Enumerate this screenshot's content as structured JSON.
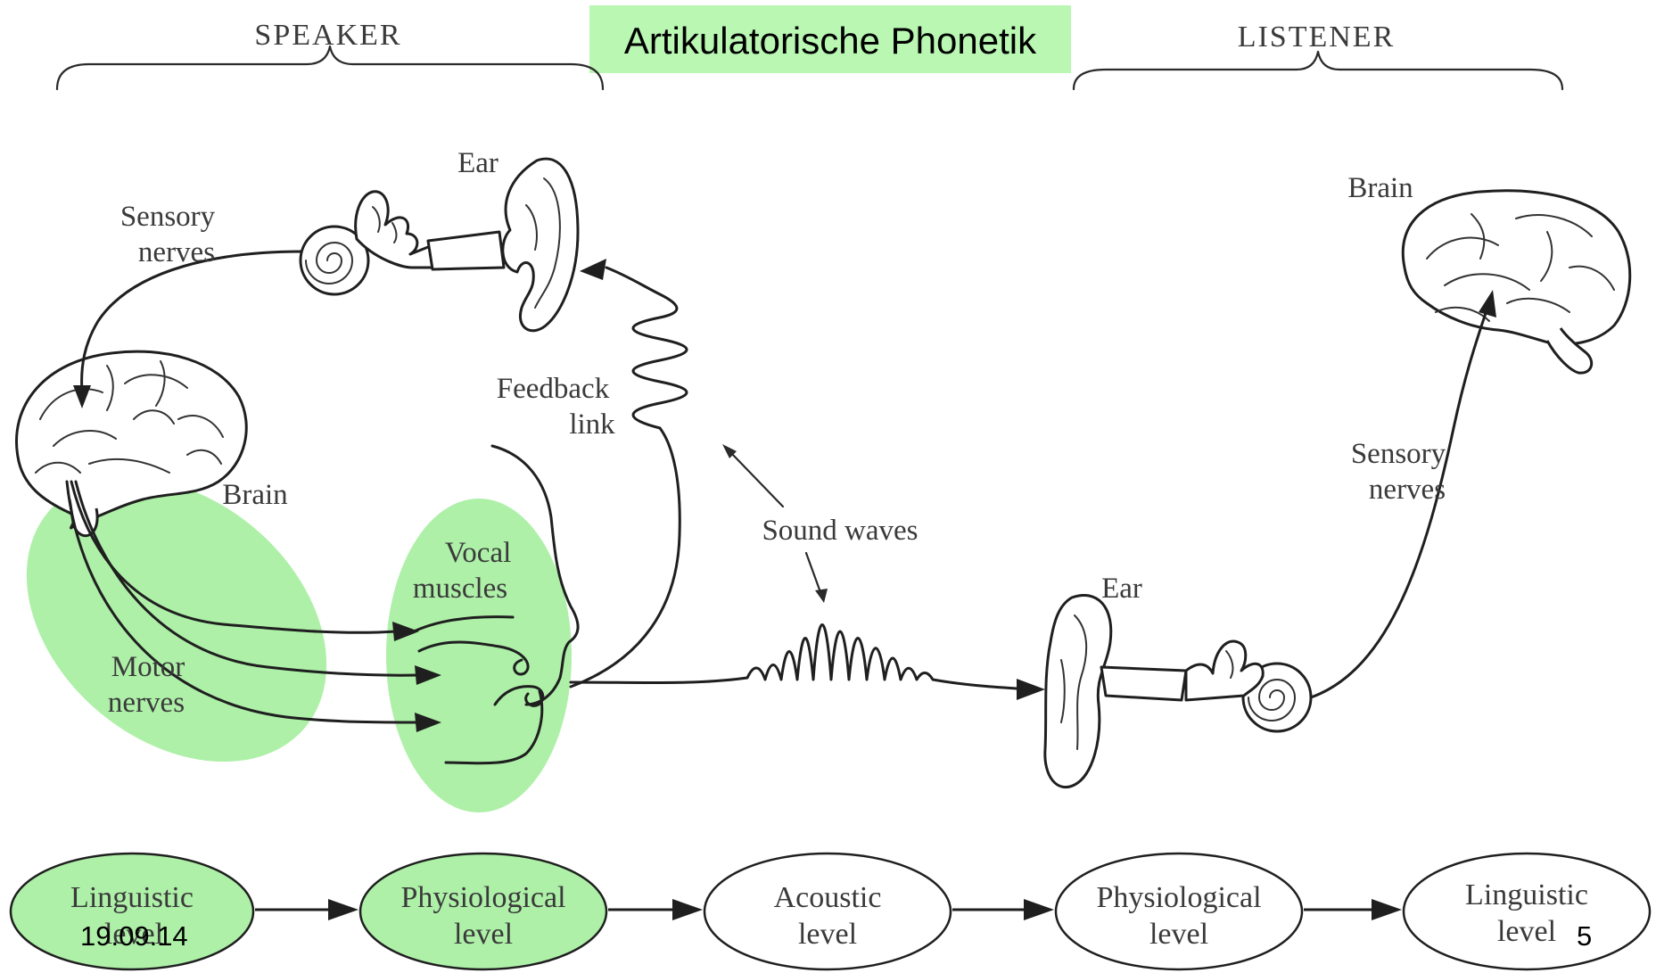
{
  "title": "Artikulatorische Phonetik",
  "sections": {
    "speaker": "SPEAKER",
    "listener": "LISTENER"
  },
  "labels": {
    "ear_speaker": "Ear",
    "sensory_speaker_1": "Sensory",
    "sensory_speaker_2": "nerves",
    "brain_speaker": "Brain",
    "feedback_1": "Feedback",
    "feedback_2": "link",
    "vocal_1": "Vocal",
    "vocal_2": "muscles",
    "motor_1": "Motor",
    "motor_2": "nerves",
    "sound_waves": "Sound waves",
    "ear_listener": "Ear",
    "brain_listener": "Brain",
    "sensory_listener_1": "Sensory",
    "sensory_listener_2": "nerves"
  },
  "levels": [
    {
      "line1": "Linguistic",
      "line2": "level",
      "highlighted": true
    },
    {
      "line1": "Physiological",
      "line2": "level",
      "highlighted": true
    },
    {
      "line1": "Acoustic",
      "line2": "level",
      "highlighted": false
    },
    {
      "line1": "Physiological",
      "line2": "level",
      "highlighted": false
    },
    {
      "line1": "Linguistic",
      "line2": "level",
      "highlighted": false
    }
  ],
  "footer": {
    "date": "19.09.14",
    "page": "5"
  },
  "colors": {
    "highlight": "#aef0a8",
    "title_bg": "#b9f7b3",
    "ink": "#1f1f1f"
  }
}
